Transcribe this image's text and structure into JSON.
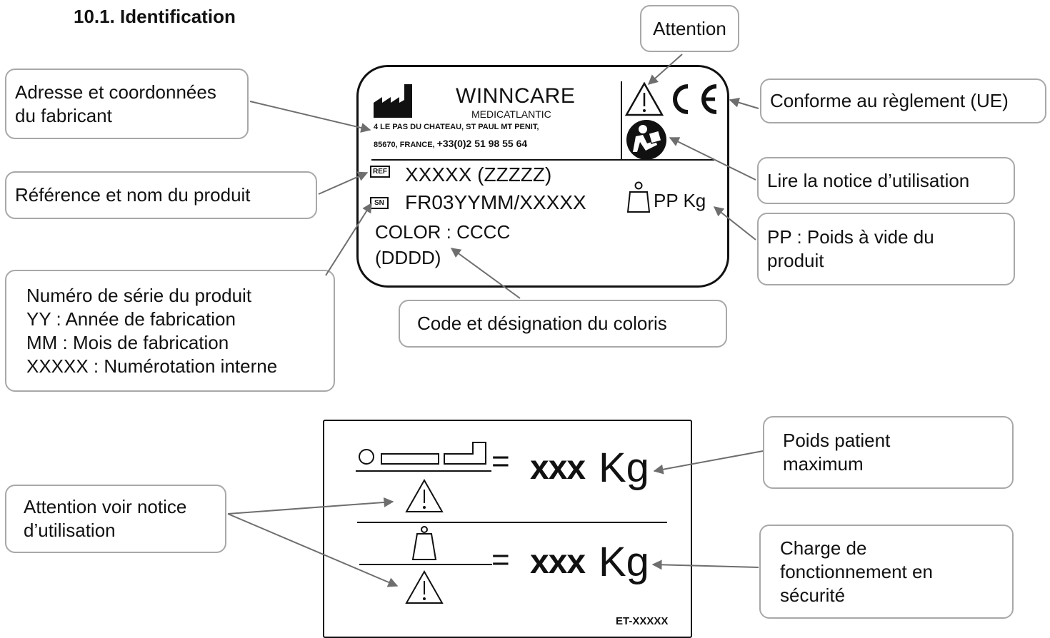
{
  "section_title": "10.1. Identification",
  "callouts": {
    "attention": "Attention",
    "manufacturer": [
      "Adresse et coordonnées",
      "du fabricant"
    ],
    "ce": "Conforme au règlement (UE)",
    "reference": "Référence et nom du produit",
    "notice": "Lire la notice d’utilisation",
    "weight": [
      "PP : Poids à vide du",
      "produit"
    ],
    "serial": [
      "Numéro de série du produit",
      "YY : Année de fabrication",
      "MM : Mois de fabrication",
      "XXXXX : Numérotation interne"
    ],
    "color": "Code et désignation du coloris",
    "patient_weight": [
      "Poids patient",
      "maximum"
    ],
    "warning_notice": [
      "Attention voir notice",
      "d’utilisation"
    ],
    "safe_load": [
      "Charge de",
      "fonctionnement en",
      "sécurité"
    ]
  },
  "label_top": {
    "brand": "WINNCARE",
    "subbrand": "MEDICATLANTIC",
    "address_line1": "4 LE PAS DU CHATEAU, ST PAUL MT PENIT,",
    "address_line2_prefix": "85670, FRANCE,",
    "phone": "+33(0)2 51 98 55 64",
    "ref_box": "REF",
    "ref_value": "XXXXX (ZZZZZ)",
    "sn_box": "SN",
    "sn_value": "FR03YYMM/XXXXX",
    "color_line1": "COLOR : CCCC",
    "color_line2": "(DDDD)",
    "weight_value": "PP Kg",
    "ce_mark": "CE",
    "icons": [
      "factory-icon",
      "warning-triangle-icon",
      "ce-mark-icon",
      "read-manual-icon",
      "weight-icon"
    ]
  },
  "label_bottom": {
    "row1_equals": "=",
    "row1_value": "xxx",
    "row1_unit": "Kg",
    "row2_equals": "=",
    "row2_value": "xxx",
    "row2_unit": "Kg",
    "code": "ET-XXXXX",
    "icons": [
      "patient-bed-icon",
      "warning-triangle-icon",
      "weight-icon"
    ]
  },
  "colors": {
    "callout_border": "#a8a8a8",
    "arrow": "#6e6e6e",
    "ink": "#111111"
  }
}
